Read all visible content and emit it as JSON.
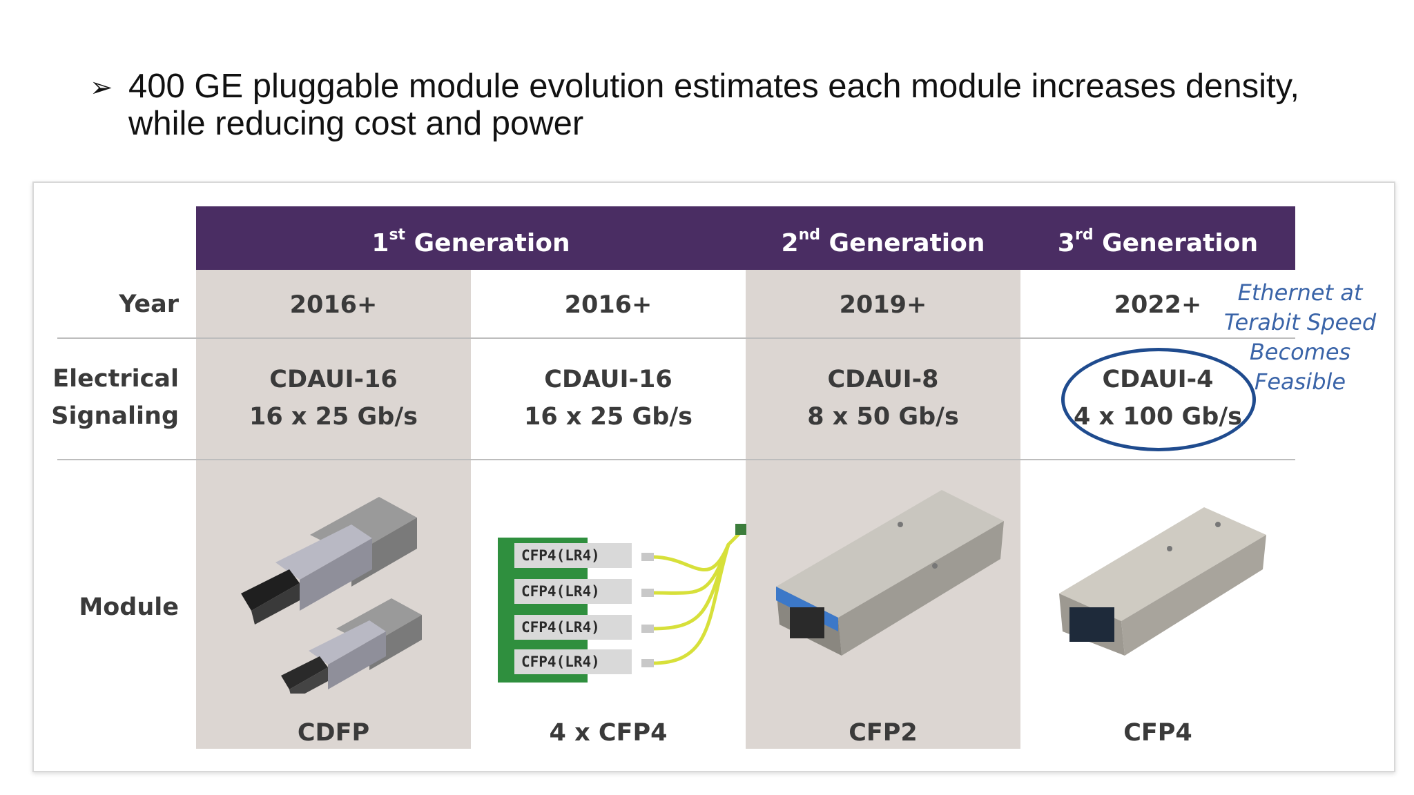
{
  "bullet": {
    "symbol": "➢",
    "text": "400 GE pluggable module evolution estimates each module increases density, while reducing cost and power"
  },
  "table": {
    "generations": [
      {
        "ordinal": "1",
        "suffix": "st",
        "label": "Generation"
      },
      {
        "ordinal": "2",
        "suffix": "nd",
        "label": "Generation"
      },
      {
        "ordinal": "3",
        "suffix": "rd",
        "label": "Generation"
      }
    ],
    "row_labels": {
      "year": "Year",
      "electrical_line1": "Electrical",
      "electrical_line2": "Signaling",
      "module": "Module"
    },
    "columns": [
      {
        "year": "2016+",
        "signal_name": "CDAUI-16",
        "signal_rate": "16 x 25 Gb/s",
        "module": "CDFP"
      },
      {
        "year": "2016+",
        "signal_name": "CDAUI-16",
        "signal_rate": "16 x 25 Gb/s",
        "module": "4 x CFP4"
      },
      {
        "year": "2019+",
        "signal_name": "CDAUI-8",
        "signal_rate": "8 x 50 Gb/s",
        "module": "CFP2"
      },
      {
        "year": "2022+",
        "signal_name": "CDAUI-4",
        "signal_rate": "4 x 100 Gb/s",
        "module": "CFP4"
      }
    ],
    "cfp4_tags": [
      "CFP4(LR4)",
      "CFP4(LR4)",
      "CFP4(LR4)",
      "CFP4(LR4)"
    ],
    "annotation": {
      "line1": "Ethernet at",
      "line2": "Terabit Speed",
      "line3": "Becomes",
      "line4": "Feasible"
    }
  },
  "colors": {
    "header": "#4a2d63",
    "shaded_column": "#dcd6d2",
    "annotation": "#3a64a8",
    "highlight_ellipse": "#1f4b8e"
  }
}
